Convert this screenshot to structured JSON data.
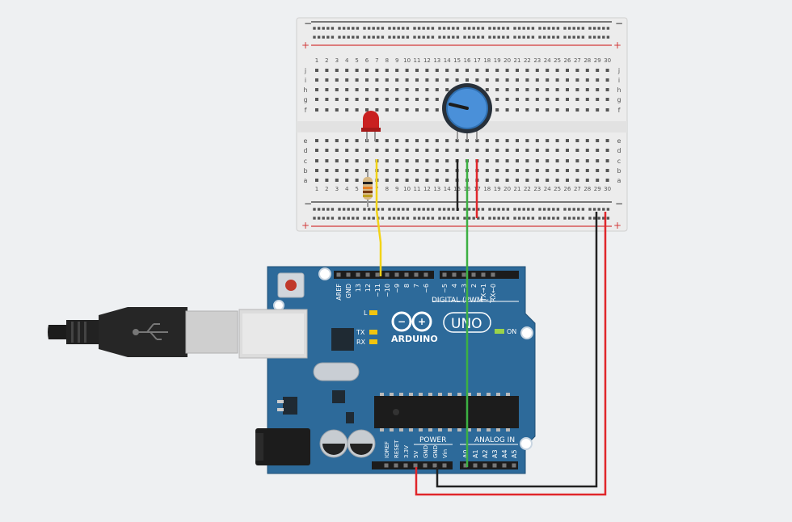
{
  "breadboard": {
    "columns": [
      "1",
      "2",
      "3",
      "4",
      "5",
      "6",
      "7",
      "8",
      "9",
      "10",
      "11",
      "12",
      "13",
      "14",
      "15",
      "16",
      "17",
      "18",
      "19",
      "20",
      "21",
      "22",
      "23",
      "24",
      "25",
      "26",
      "27",
      "28",
      "29",
      "30"
    ],
    "rows_top": [
      "j",
      "i",
      "h",
      "g",
      "f"
    ],
    "rows_bottom": [
      "e",
      "d",
      "c",
      "b",
      "a"
    ],
    "rail_plus": "+",
    "rail_minus": "−"
  },
  "arduino": {
    "brand": "ARDUINO",
    "model": "UNO",
    "digital_label": "DIGITAL (PWM~)",
    "power_label": "POWER",
    "analog_label": "ANALOG IN",
    "on_label": "ON",
    "l_label": "L",
    "tx_label": "TX",
    "rx_label": "RX",
    "digital_pins": [
      "AREF",
      "GND",
      "13",
      "12",
      "~11",
      "~10",
      "~9",
      "8",
      "7",
      "~6",
      "~5",
      "4",
      "~3",
      "2",
      "TX→1",
      "RX←0"
    ],
    "power_pins": [
      "IOREF",
      "RESET",
      "3.3V",
      "5V",
      "GND",
      "GND",
      "Vin"
    ],
    "analog_pins": [
      "A0",
      "A1",
      "A2",
      "A3",
      "A4",
      "A5"
    ]
  },
  "components": {
    "led": "red-led",
    "resistor": "resistor",
    "potentiometer": "potentiometer",
    "usb_cable": "usb-cable",
    "power_jack": "dc-power-jack"
  },
  "colors": {
    "board": "#2d6a9a",
    "wire_yellow": "#f2d318",
    "wire_green": "#3cb043",
    "wire_red": "#e0262b",
    "wire_black": "#222222"
  }
}
